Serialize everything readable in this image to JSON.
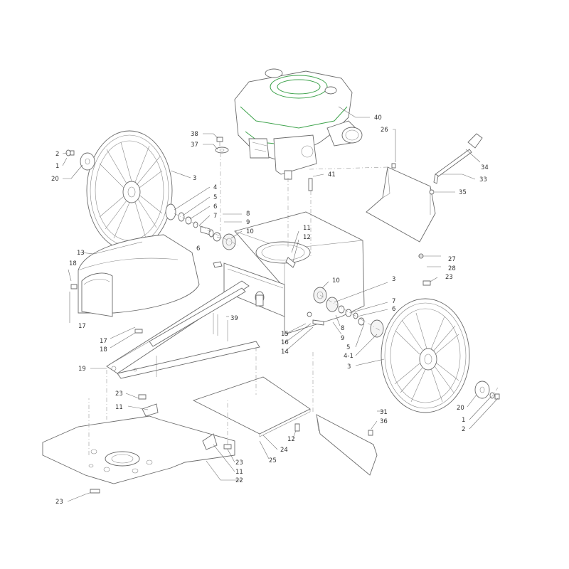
{
  "callouts": {
    "c40": "40",
    "c38": "38",
    "c37": "37",
    "c26": "26",
    "c34": "34",
    "c33": "33",
    "c35": "35",
    "c41": "41",
    "c2a": "2",
    "c1a": "1",
    "c20a": "20",
    "c3a": "3",
    "c4": "4",
    "c5a": "5",
    "c6a": "6",
    "c7a": "7",
    "c6b": "6",
    "c8a": "8",
    "c9a": "9",
    "c10a": "10",
    "c11a": "11",
    "c12a": "12",
    "c13": "13",
    "c18a": "18",
    "c17a": "17",
    "c27": "27",
    "c28": "28",
    "c23a": "23",
    "c10b": "10",
    "c3b": "3",
    "c7b": "7",
    "c6c": "6",
    "c39": "39",
    "c15": "15",
    "c8b": "8",
    "c16": "16",
    "c9b": "9",
    "c14": "14",
    "c5b": "5",
    "c41b": "4-1",
    "c17b": "17",
    "c18b": "18",
    "c19": "19",
    "c3c": "3",
    "c23b": "23",
    "c11b": "11",
    "c20b": "20",
    "c1b": "1",
    "c2b": "2",
    "c31": "31",
    "c36": "36",
    "c12b": "12",
    "c24": "24",
    "c25": "25",
    "c23c": "23",
    "c11c": "11",
    "c22": "22",
    "c23d": "23"
  },
  "colors": {
    "engine_accent": "#3fa34d",
    "line": "#6b6b6b"
  }
}
